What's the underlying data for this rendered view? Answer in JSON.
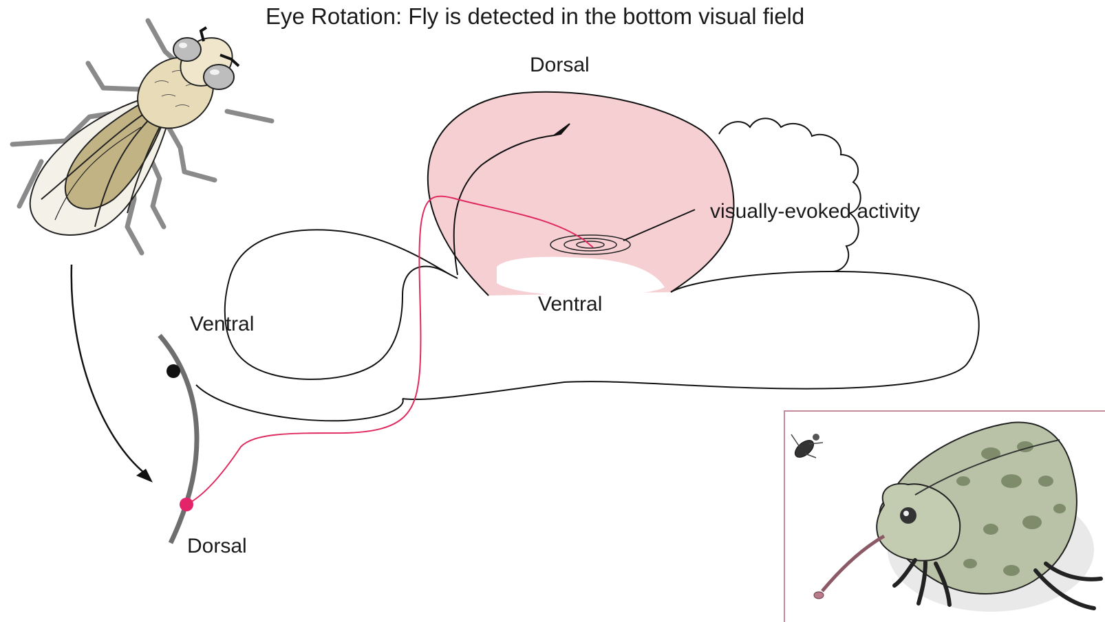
{
  "title": "Eye Rotation: Fly is detected in the bottom visual field",
  "labels": {
    "tectum_dorsal": "Dorsal",
    "tectum_ventral": "Ventral",
    "retina_ventral": "Ventral",
    "retina_dorsal": "Dorsal",
    "activity": "visually-evoked activity"
  },
  "colors": {
    "tectum_fill": "#f6cfd3",
    "projection_line": "#e0295e",
    "ganglion_cell_dorsal": "#e4246a",
    "ganglion_cell_ventral": "#111111",
    "retina_arc": "#6e6e6e",
    "fly_wing": "#b8a872",
    "fly_thorax": "#e8dcb8",
    "frog_skin": "#b9c2a6",
    "inset_border": "#c48a99"
  },
  "illustrations": {
    "fly": "fly-drawing",
    "frog": "frog-catching-fly-drawing",
    "small_fly": "small-fly-icon"
  }
}
